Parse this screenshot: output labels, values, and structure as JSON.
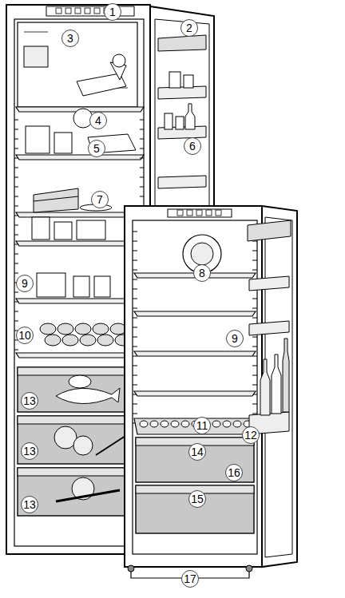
{
  "diagram": {
    "labels": [
      "1",
      "2",
      "3",
      "4",
      "5",
      "6",
      "7",
      "8",
      "9",
      "9",
      "10",
      "11",
      "12",
      "13",
      "13",
      "13",
      "14",
      "15",
      "16",
      "17"
    ]
  }
}
